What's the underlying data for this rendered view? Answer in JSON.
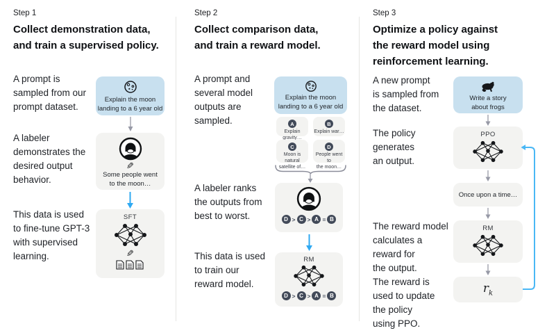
{
  "colors": {
    "prompt_box_bg": "#c8e0ef",
    "panel_box_bg": "#f3f3f1",
    "badge_bg": "#424a59",
    "train_arrow_blue": "#2fa9f2",
    "loop_arrow_blue": "#49b7f5",
    "flow_arrow_gray": "#9799a6",
    "divider_gray": "#e5e5e3",
    "text_dark": "#1c1e21"
  },
  "icons": {
    "pencil_glyph": "✎"
  },
  "steps": [
    {
      "label": "Step 1",
      "title": "Collect demonstration data,\nand train a supervised policy.",
      "paragraphs": [
        "A prompt is\nsampled from our\nprompt dataset.",
        "A labeler\ndemonstrates the\ndesired output\nbehavior.",
        "This data is used\nto fine-tune GPT-3\nwith supervised\nlearning."
      ],
      "prompt_caption": "Explain the moon\nlanding to a 6 year old",
      "labeler_output": "Some people went\nto the moon…",
      "model_label": "SFT"
    },
    {
      "label": "Step 2",
      "title": "Collect comparison data,\nand train a reward model.",
      "paragraphs": [
        "A prompt and\nseveral model\noutputs are\nsampled.",
        "A labeler ranks\nthe outputs from\nbest to worst.",
        "This data is used\nto train our\nreward model."
      ],
      "prompt_caption": "Explain the moon\nlanding to a 6 year old",
      "outputs": [
        {
          "badge": "A",
          "caption": "Explain gravity…"
        },
        {
          "badge": "B",
          "caption": "Explain war…"
        },
        {
          "badge": "C",
          "caption": "Moon is natural\nsatellite of…"
        },
        {
          "badge": "D",
          "caption": "People went to\nthe moon…"
        }
      ],
      "ranking": {
        "b1": "D",
        "s1": ">",
        "b2": "C",
        "s2": ">",
        "b3": "A",
        "s3": "=",
        "b4": "B"
      },
      "model_label": "RM"
    },
    {
      "label": "Step 3",
      "title": "Optimize a policy against\nthe reward model using\nreinforcement learning.",
      "paragraphs": [
        "A new prompt\nis sampled from\nthe dataset.",
        "The policy\ngenerates\nan output.",
        "The reward model\ncalculates a\nreward for\nthe output.",
        "The reward is\nused to update\nthe policy\nusing PPO."
      ],
      "prompt_caption": "Write a story\nabout frogs",
      "policy_label": "PPO",
      "output_text": "Once upon a time…",
      "model_label": "RM",
      "reward_symbol": "r",
      "reward_subscript": "k"
    }
  ]
}
